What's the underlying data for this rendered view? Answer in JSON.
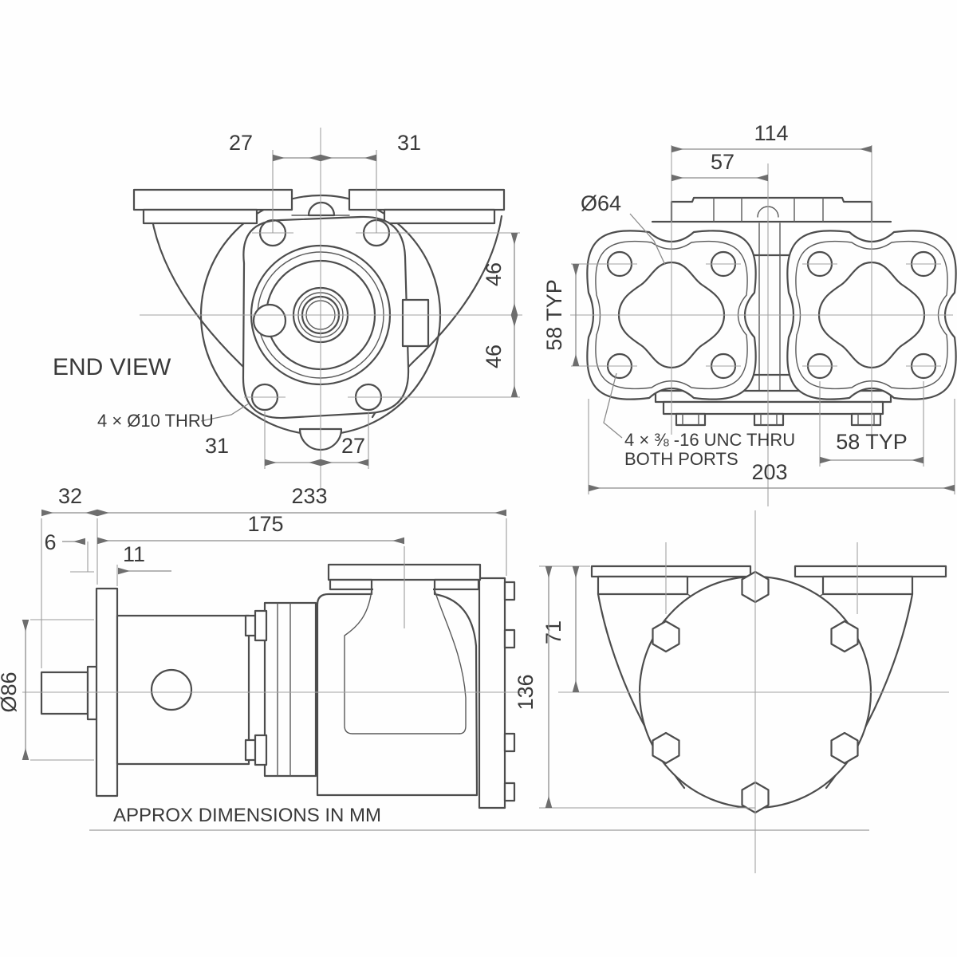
{
  "drawing": {
    "footer_note": "APPROX DIMENSIONS IN MM",
    "end_view": {
      "label": "END VIEW",
      "hole_note": "4 × Ø10 THRU",
      "dim_top_left": "27",
      "dim_top_right": "31",
      "dim_right_upper": "46",
      "dim_right_lower": "46",
      "dim_bottom_left": "31",
      "dim_bottom_right": "27"
    },
    "port_view": {
      "dim_port_spacing": "114",
      "dim_half_spacing": "57",
      "port_bore": "Ø64",
      "dim_bolt_vertical": "58 TYP",
      "dim_bolt_horizontal": "58 TYP",
      "dim_overall_width": "203",
      "thread_note_line1": "4 × ⅜ -16 UNC THRU",
      "thread_note_line2": "BOTH PORTS"
    },
    "side_view": {
      "dim_shaft_length": "32",
      "dim_overall_length": "233",
      "dim_to_port_center": "175",
      "dim_shoulder": "6",
      "dim_flange_thickness": "11",
      "dim_body_diameter": "Ø86"
    },
    "rear_view": {
      "dim_flange_to_center": "71",
      "dim_overall_height": "136"
    }
  }
}
